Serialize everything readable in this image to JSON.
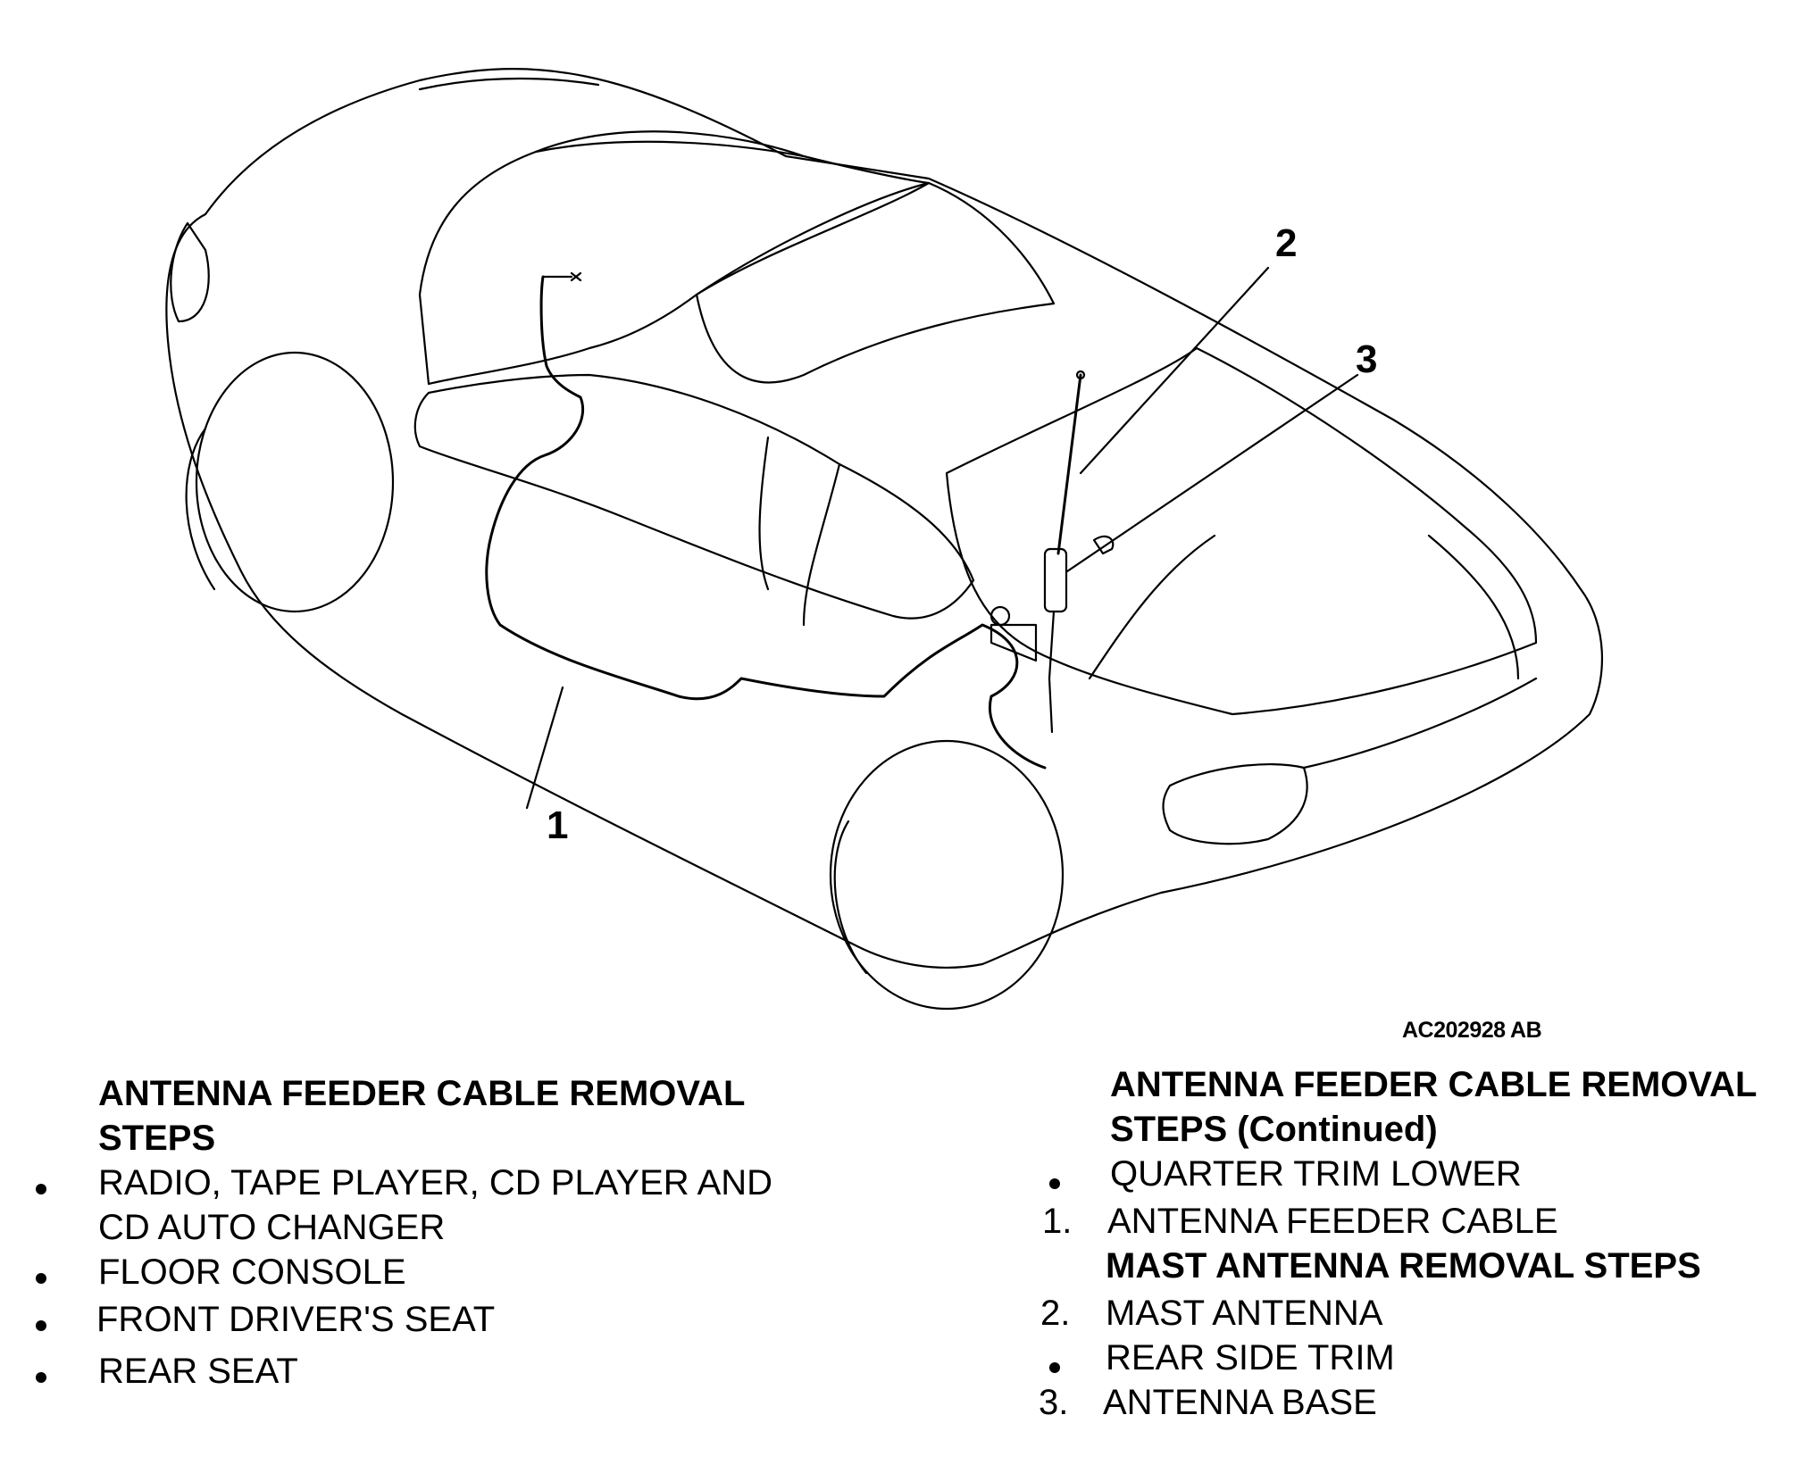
{
  "callouts": {
    "c1": "1",
    "c2": "2",
    "c3": "3"
  },
  "figure_id": "AC202928 AB",
  "left": {
    "heading_line1": "ANTENNA FEEDER CABLE REMOVAL",
    "heading_line2": "STEPS",
    "items": [
      {
        "marker": "bullet",
        "line1": "RADIO, TAPE PLAYER, CD PLAYER AND",
        "line2": "CD AUTO CHANGER"
      },
      {
        "marker": "bullet",
        "text": "FLOOR CONSOLE"
      },
      {
        "marker": "bullet",
        "text": "FRONT DRIVER'S SEAT"
      },
      {
        "marker": "bullet",
        "text": "REAR SEAT"
      }
    ]
  },
  "right": {
    "heading_line1": "ANTENNA FEEDER CABLE REMOVAL",
    "heading_line2": "STEPS (Continued)",
    "item_quarter": {
      "marker": "bullet",
      "text": "QUARTER TRIM LOWER"
    },
    "item_1": {
      "number": "1.",
      "text": "ANTENNA FEEDER CABLE"
    },
    "subheading": "MAST ANTENNA REMOVAL STEPS",
    "item_2": {
      "number": "2.",
      "text": "MAST ANTENNA"
    },
    "item_rear": {
      "marker": "bullet",
      "text": "REAR SIDE TRIM"
    },
    "item_3": {
      "number": "3.",
      "text": "ANTENNA BASE"
    }
  }
}
